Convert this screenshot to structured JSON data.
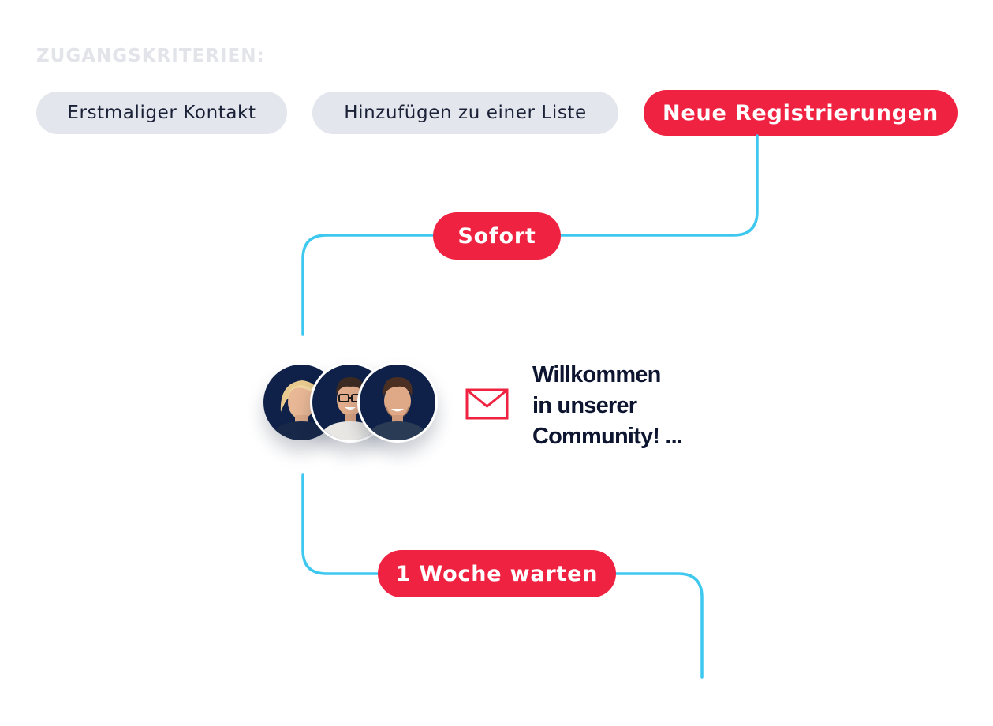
{
  "criteria": {
    "heading": "ZUGANGSKRITERIEN:",
    "options": [
      {
        "label": "Erstmaliger Kontakt",
        "active": false
      },
      {
        "label": "Hinzufügen zu einer Liste",
        "active": false
      },
      {
        "label": "Neue Registrierungen",
        "active": true
      }
    ]
  },
  "flow": {
    "step_1_timing": "Sofort",
    "email": {
      "icon": "envelope-icon",
      "message_lines": [
        "Willkommen",
        "in unserer",
        "Community! ..."
      ]
    },
    "step_2_timing": "1 Woche warten"
  },
  "colors": {
    "accent": "#ef2341",
    "connector": "#3ec8f0",
    "inactive_pill": "#e3e6ec",
    "text_dark": "#0d1530",
    "heading_muted": "#e3e4ea"
  }
}
